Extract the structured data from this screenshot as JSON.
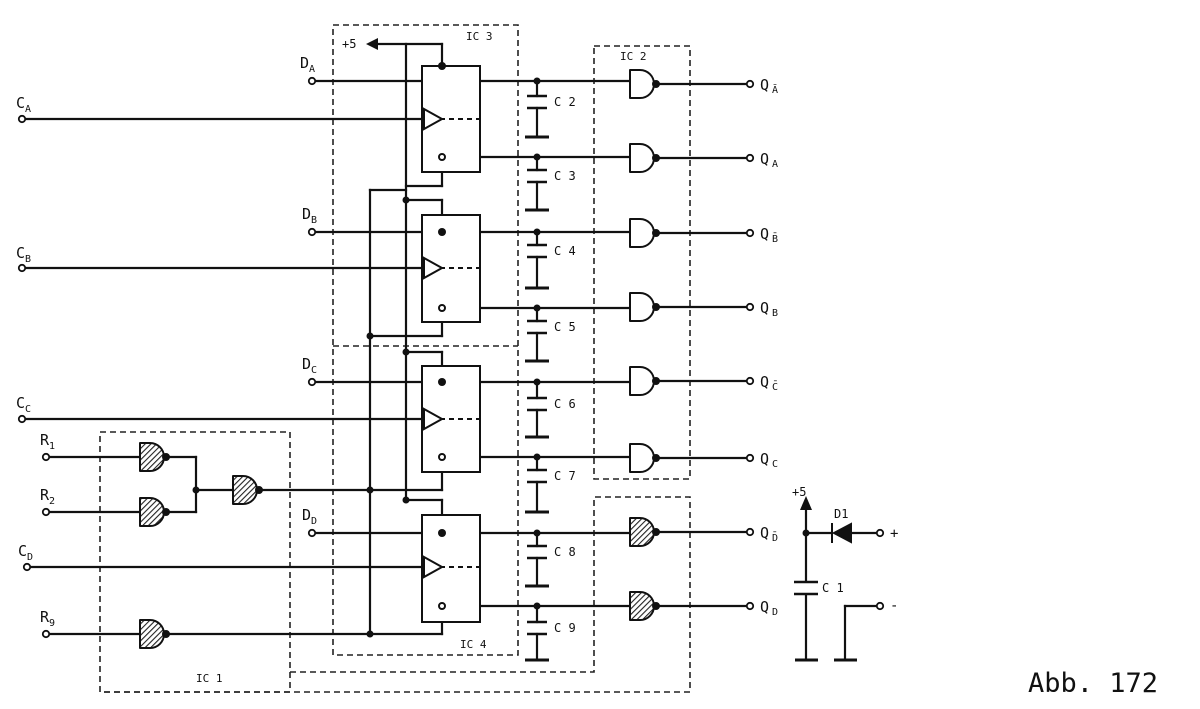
{
  "figure": {
    "caption": "Abb. 172"
  },
  "inputs": [
    {
      "main": "C",
      "sub": "A"
    },
    {
      "main": "C",
      "sub": "B"
    },
    {
      "main": "C",
      "sub": "C"
    },
    {
      "main": "C",
      "sub": "D"
    },
    {
      "main": "D",
      "sub": "A"
    },
    {
      "main": "D",
      "sub": "B"
    },
    {
      "main": "D",
      "sub": "C"
    },
    {
      "main": "D",
      "sub": "D"
    },
    {
      "main": "R",
      "sub": "1"
    },
    {
      "main": "R",
      "sub": "2"
    },
    {
      "main": "R",
      "sub": "9"
    }
  ],
  "outputs": [
    {
      "main": "Q",
      "sub": "Ā"
    },
    {
      "main": "Q",
      "sub": "A"
    },
    {
      "main": "Q",
      "sub": "B̄"
    },
    {
      "main": "Q",
      "sub": "B"
    },
    {
      "main": "Q",
      "sub": "C̄"
    },
    {
      "main": "Q",
      "sub": "C"
    },
    {
      "main": "Q",
      "sub": "D̄"
    },
    {
      "main": "Q",
      "sub": "D"
    }
  ],
  "ic_labels": [
    "IC 3",
    "IC 2",
    "IC 1",
    "IC 4"
  ],
  "capacitors": [
    "C 2",
    "C 3",
    "C 4",
    "C 5",
    "C 6",
    "C 7",
    "C 8",
    "C 9",
    "C 1"
  ],
  "supply": [
    "+5",
    "+5"
  ],
  "diode": "D1",
  "terminals": [
    "+",
    "-"
  ]
}
